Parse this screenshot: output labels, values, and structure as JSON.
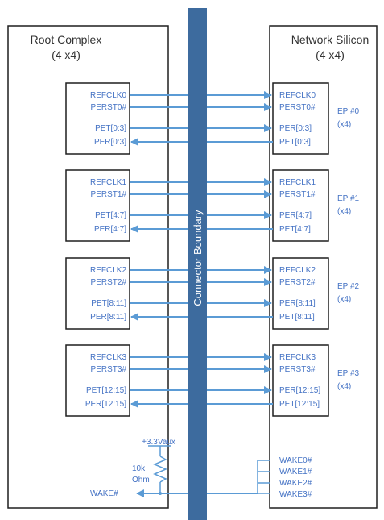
{
  "root_complex": {
    "title_line1": "Root Complex",
    "title_line2": "(4 x4)"
  },
  "network_silicon": {
    "title_line1": "Network Silicon",
    "title_line2": "(4 x4)"
  },
  "connector_label": "Connector Boundary",
  "groups": [
    {
      "refclk_left": "REFCLK0",
      "perst_left": "PERST0#",
      "pet_left": "PET[0:3]",
      "per_left": "PER[0:3]",
      "refclk_right": "REFCLK0",
      "perst_right": "PERST0#",
      "per_right": "PER[0:3]",
      "pet_right": "PET[0:3]",
      "ep_label": "EP #0",
      "ep_width": "(x4)"
    },
    {
      "refclk_left": "REFCLK1",
      "perst_left": "PERST1#",
      "pet_left": "PET[4:7]",
      "per_left": "PER[4:7]",
      "refclk_right": "REFCLK1",
      "perst_right": "PERST1#",
      "per_right": "PER[4:7]",
      "pet_right": "PET[4:7]",
      "ep_label": "EP #1",
      "ep_width": "(x4)"
    },
    {
      "refclk_left": "REFCLK2",
      "perst_left": "PERST2#",
      "pet_left": "PET[8:11]",
      "per_left": "PER[8:11]",
      "refclk_right": "REFCLK2",
      "perst_right": "PERST2#",
      "per_right": "PER[8:11]",
      "pet_right": "PET[8:11]",
      "ep_label": "EP #2",
      "ep_width": "(x4)"
    },
    {
      "refclk_left": "REFCLK3",
      "perst_left": "PERST3#",
      "pet_left": "PET[12:15]",
      "per_left": "PER[12:15]",
      "refclk_right": "REFCLK3",
      "perst_right": "PERST3#",
      "per_right": "PER[12:15]",
      "pet_right": "PET[12:15]",
      "ep_label": "EP #3",
      "ep_width": "(x4)"
    }
  ],
  "wake": {
    "supply": "+3.3Vaux",
    "resistor_value": "10k",
    "resistor_unit": "Ohm",
    "left_label": "WAKE#",
    "right_labels": [
      "WAKE0#",
      "WAKE1#",
      "WAKE2#",
      "WAKE3#"
    ]
  },
  "colors": {
    "signal": "#5b9bd5",
    "label": "#4472c4",
    "connector": "#3d6b9e",
    "outline": "#1f1f1f"
  }
}
